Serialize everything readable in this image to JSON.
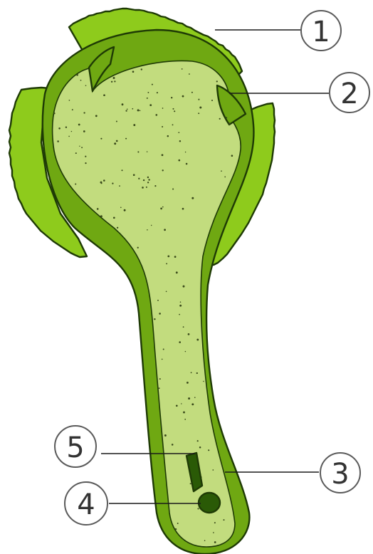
{
  "colors": {
    "petal": "#8ecb1c",
    "wall": "#6fa812",
    "inner": "#c2dc7e",
    "dots": "#3a4a1a",
    "nucleus": "#2a5a06",
    "outline": "#1e3a05"
  },
  "labels": [
    {
      "id": "1",
      "text": "1"
    },
    {
      "id": "2",
      "text": "2"
    },
    {
      "id": "3",
      "text": "3"
    },
    {
      "id": "4",
      "text": "4"
    },
    {
      "id": "5",
      "text": "5"
    }
  ]
}
